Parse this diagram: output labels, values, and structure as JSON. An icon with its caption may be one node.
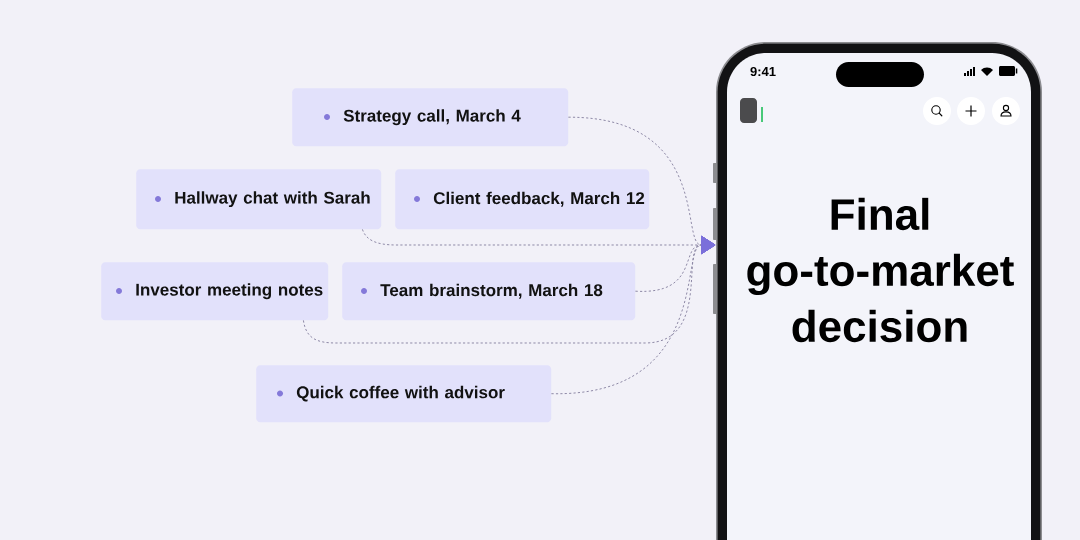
{
  "diagram": {
    "nodes": [
      {
        "text": [
          "Strategy call, March 4"
        ]
      },
      {
        "text": [
          "Hallway chat with Sarah"
        ]
      },
      {
        "text": [
          "Client feedback, March 12"
        ]
      },
      {
        "text": [
          "Investor meeting notes"
        ]
      },
      {
        "text": [
          "Team brainstorm, March 18"
        ]
      },
      {
        "text": [
          "Quick coffee with advisor"
        ]
      },
      {
        "text": [
          "9:41",
          "Final go-to-market decision"
        ]
      }
    ],
    "edges": [
      {
        "from": 0,
        "to": 6,
        "arrow": "to",
        "style": "dashed"
      },
      {
        "from": 1,
        "to": 6,
        "arrow": "to",
        "style": "dashed"
      },
      {
        "from": 4,
        "to": 6,
        "arrow": "to",
        "style": "dashed"
      },
      {
        "from": 3,
        "to": 6,
        "arrow": "to",
        "style": "dashed"
      },
      {
        "from": 5,
        "to": 6,
        "arrow": "to",
        "style": "dashed"
      }
    ]
  }
}
